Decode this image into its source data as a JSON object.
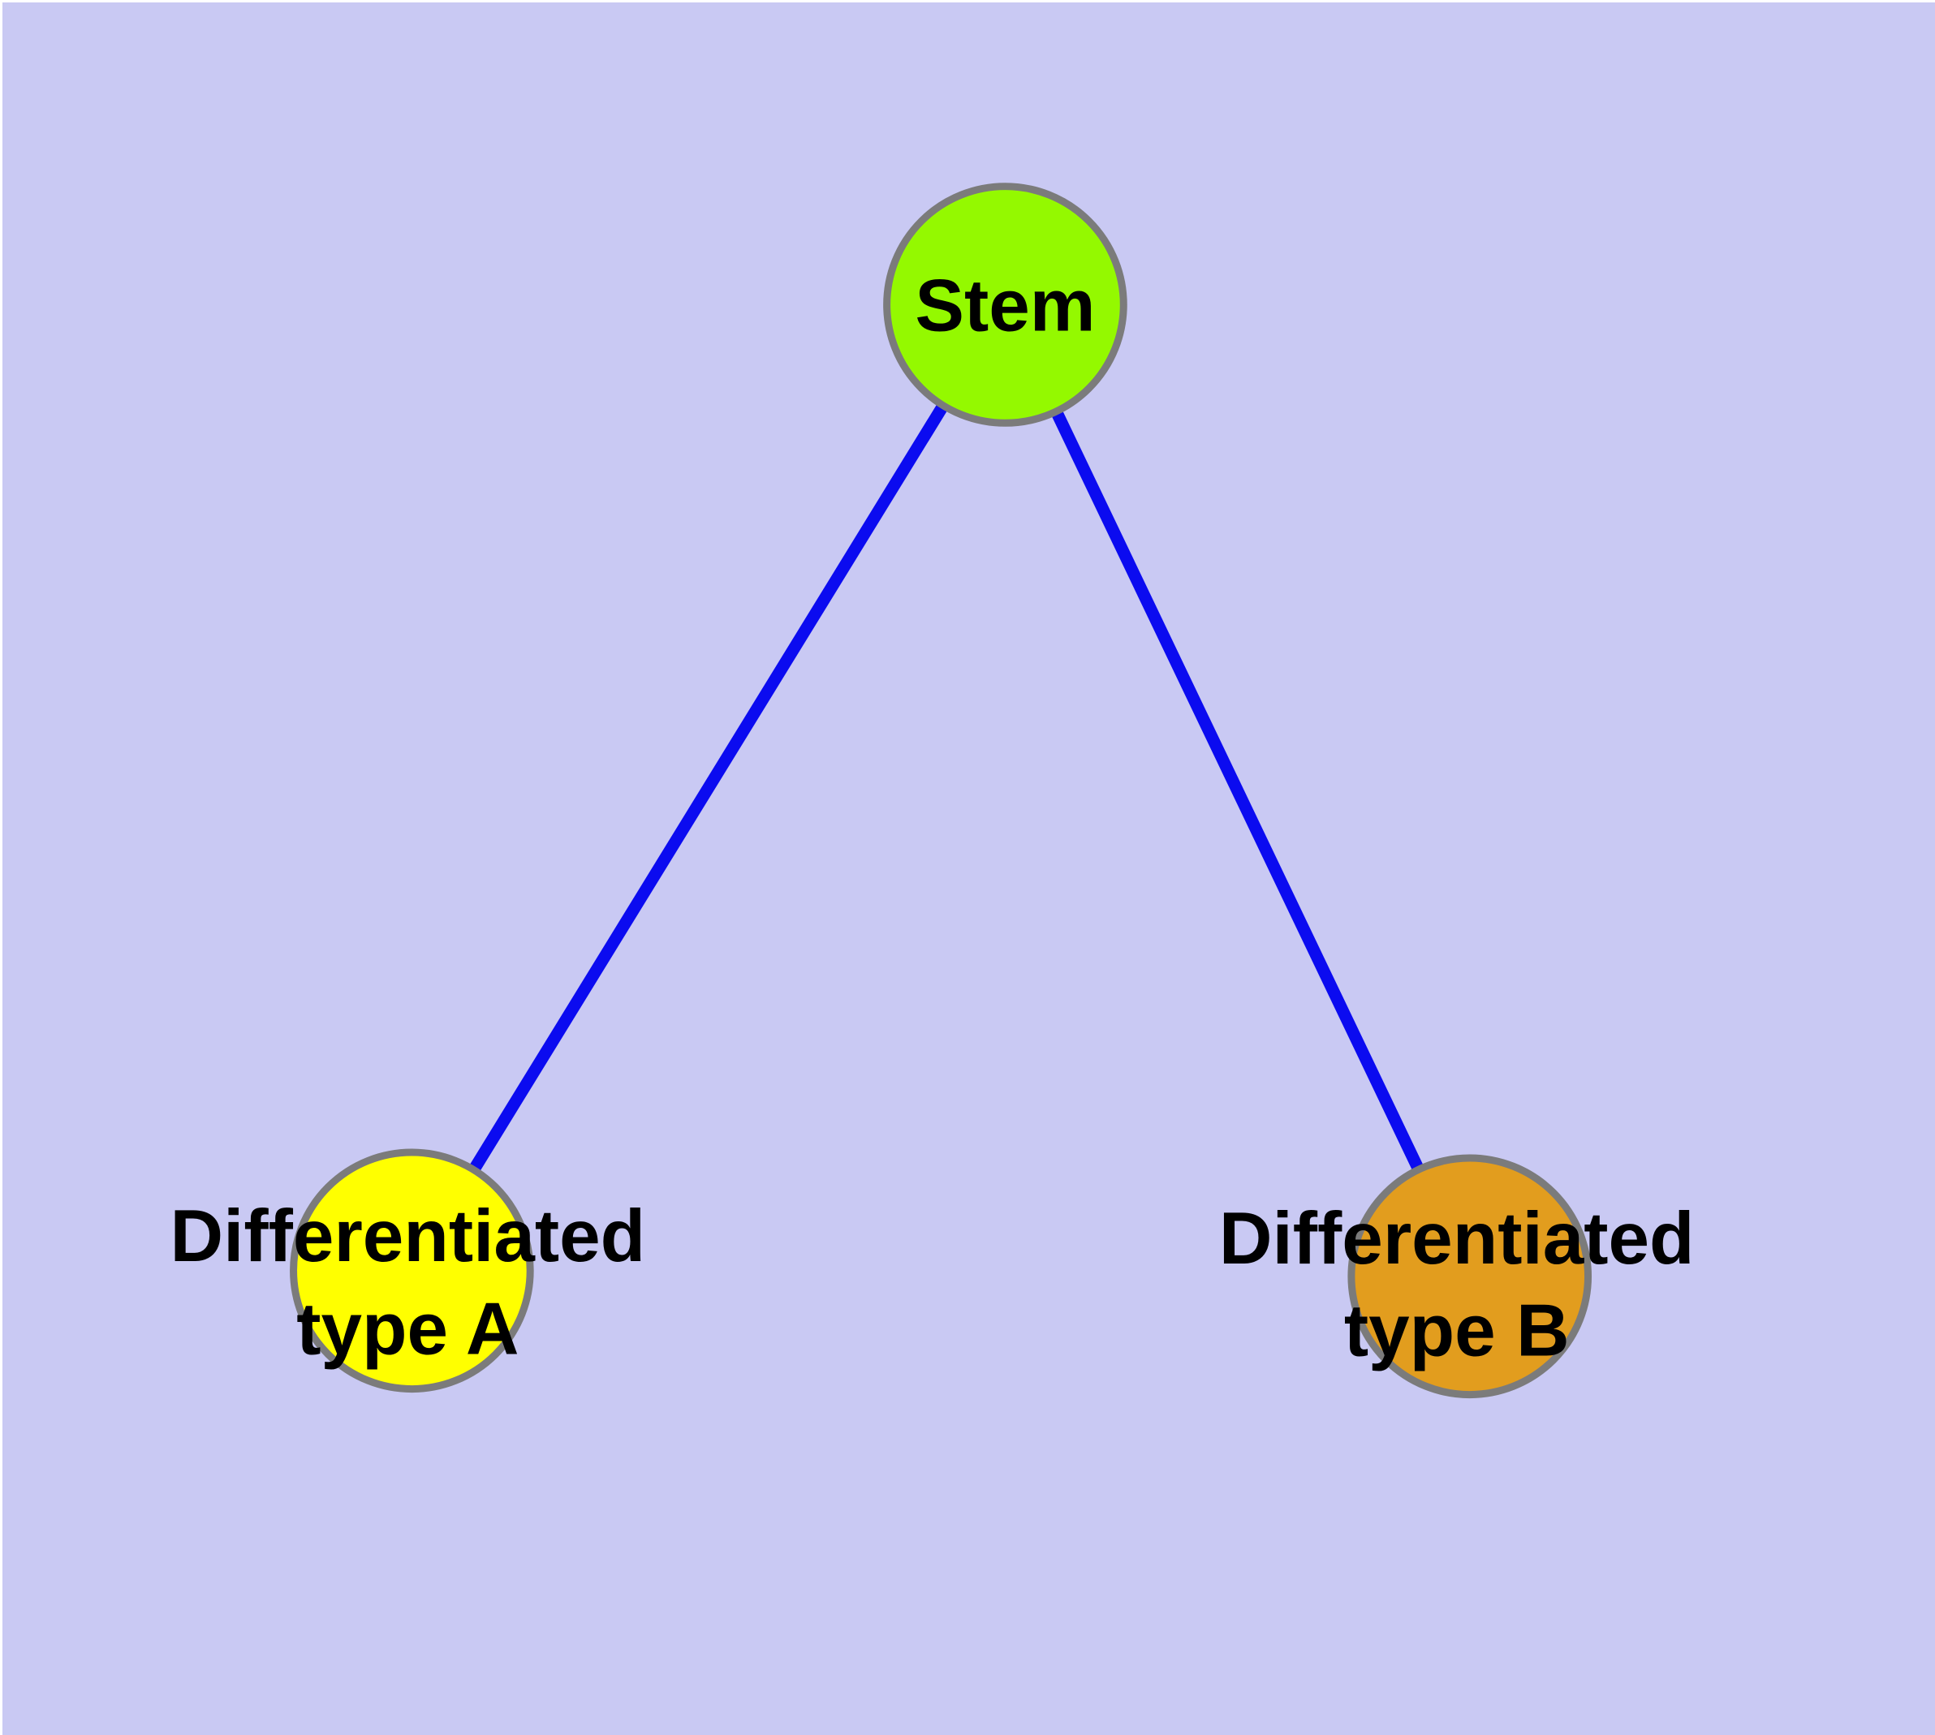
{
  "diagram": {
    "background_color": "#C9C9F3",
    "edge_color": "#0B0BF0",
    "node_border_color": "#7B7B7B",
    "label_color": "#000000",
    "nodes": [
      {
        "id": "stem",
        "label": "Stem",
        "line1": "Stem",
        "line2": "",
        "color": "#94F900"
      },
      {
        "id": "differentiated-type-a",
        "label": "Differentiated type A",
        "line1": "Differentiated",
        "line2": "type A",
        "color": "#FFFF00"
      },
      {
        "id": "differentiated-type-b",
        "label": "Differentiated type B",
        "line1": "Differentiated",
        "line2": "type B",
        "color": "#E29D1E"
      }
    ],
    "edges": [
      {
        "from": "stem",
        "to": "differentiated-type-a"
      },
      {
        "from": "stem",
        "to": "differentiated-type-b"
      }
    ]
  }
}
